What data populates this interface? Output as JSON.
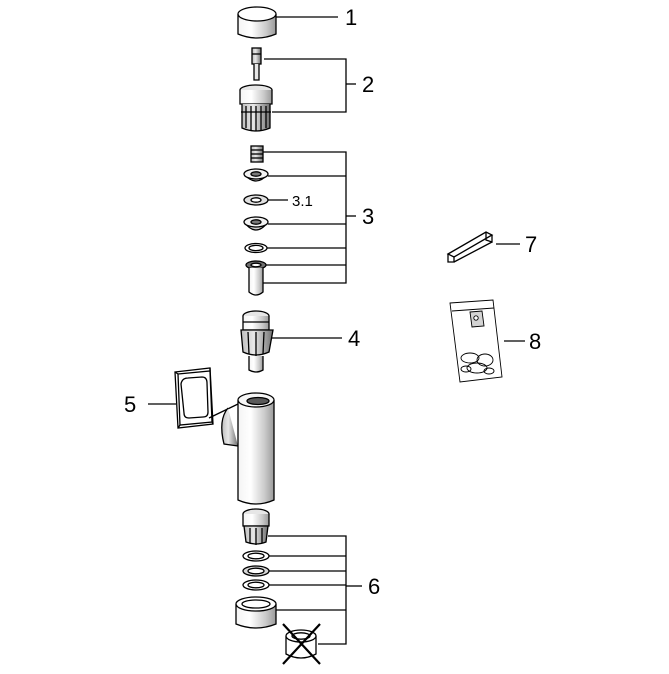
{
  "labels": {
    "p1": "1",
    "p2": "2",
    "p3": "3",
    "p3_1": "3.1",
    "p4": "4",
    "p5": "5",
    "p6": "6",
    "p7": "7",
    "p8": "8"
  },
  "colors": {
    "line": "#000000",
    "part_fill": "#ffffff",
    "part_shade": "#d9d9d9",
    "part_dark": "#7a7a7a"
  }
}
